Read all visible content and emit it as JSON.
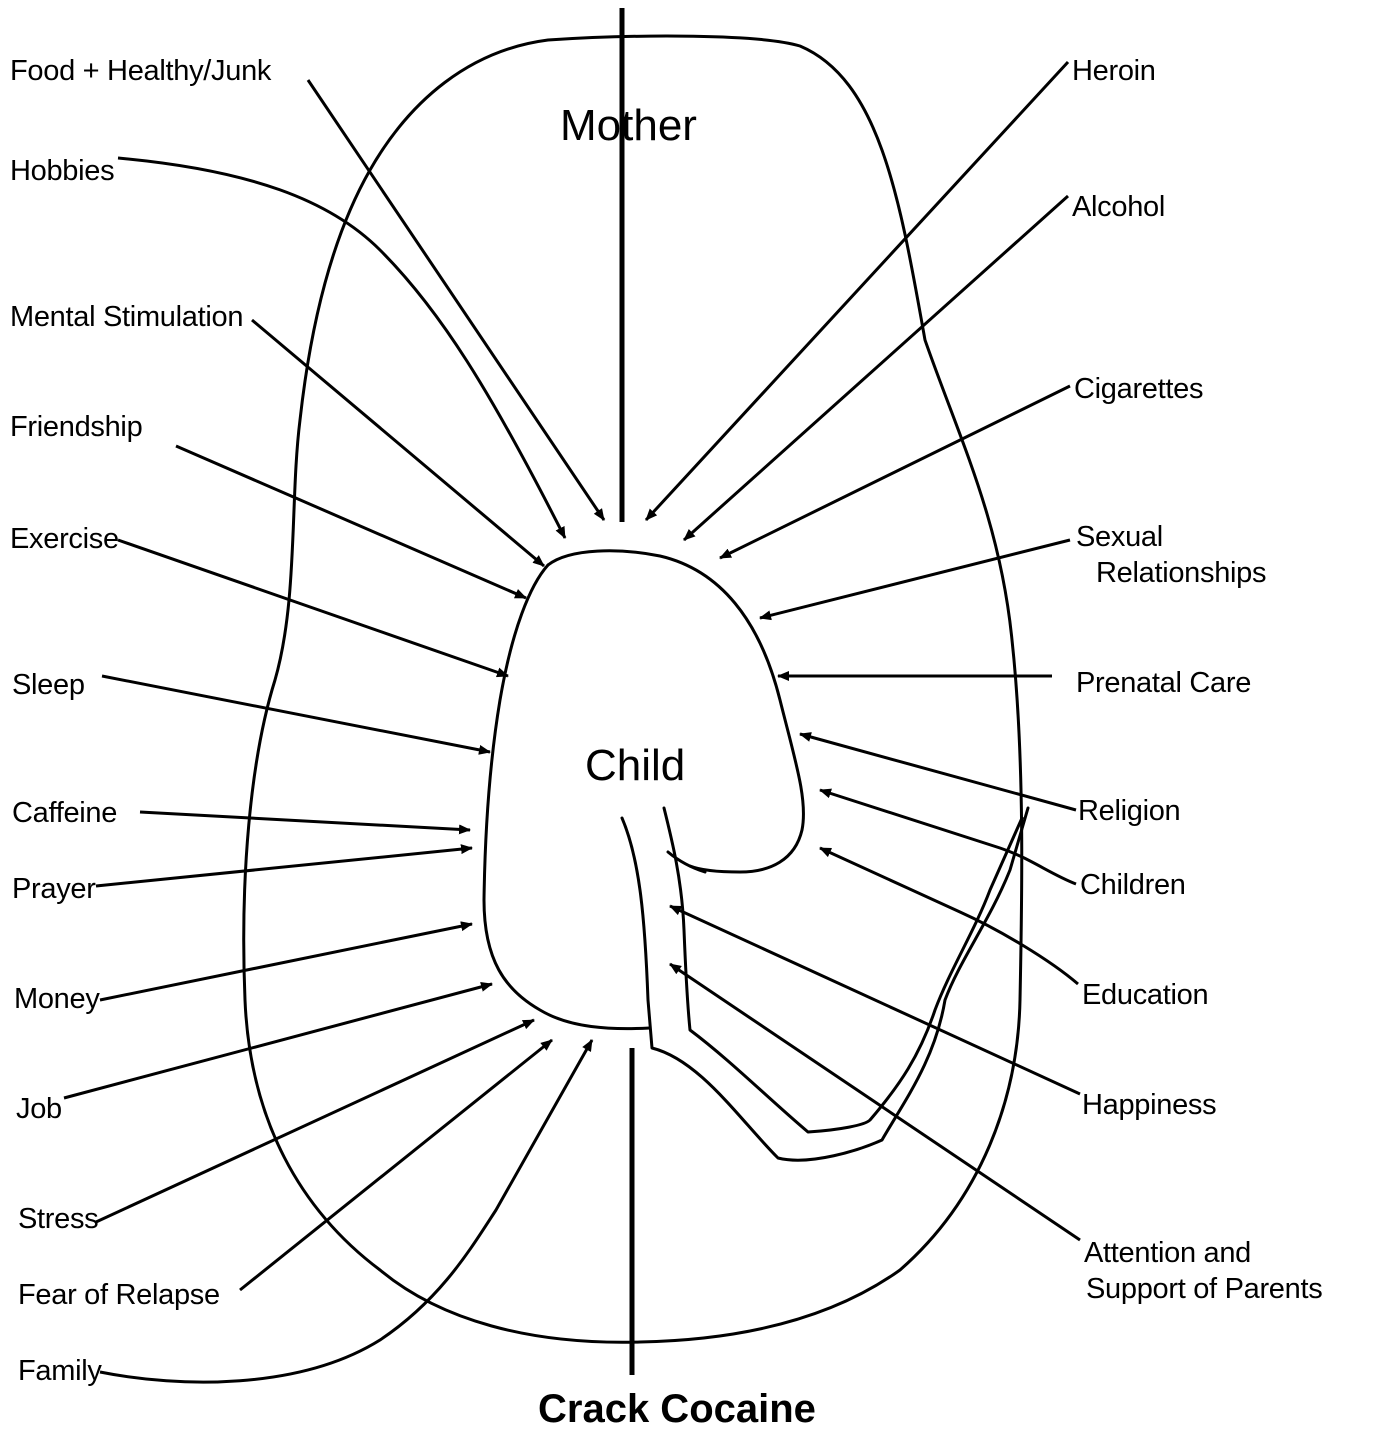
{
  "axis": {
    "top": "Mother",
    "bottom": "Crack Cocaine"
  },
  "center": {
    "label": "Child"
  },
  "left_factors": [
    "Food + Healthy/Junk",
    "Hobbies",
    "Mental Stimulation",
    "Friendship",
    "Exercise",
    "Sleep",
    "Caffeine",
    "Prayer",
    "Money",
    "Job",
    "Stress",
    "Fear of Relapse",
    "Family"
  ],
  "right_factors": [
    "Heroin",
    "Alcohol",
    "Cigarettes",
    "Sexual",
    "Relationships",
    "Prenatal Care",
    "Religion",
    "Children",
    "Education",
    "Happiness",
    "Attention and",
    "Support of Parents"
  ]
}
